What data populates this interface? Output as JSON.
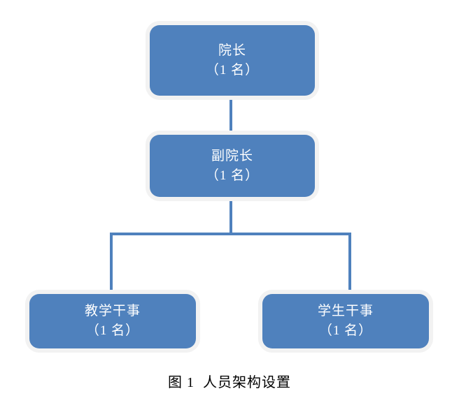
{
  "figure": {
    "caption": "图 1  人员架构设置",
    "background_color": "#FFFFFF",
    "node_fill_color": "#4F81BD",
    "node_text_color": "#FFFFFF",
    "connector_color": "#4F81BD",
    "node_halo_color": "#F2F2F2"
  },
  "org_chart": {
    "type": "hierarchy",
    "nodes": [
      {
        "id": "director",
        "title": "院长",
        "count": "（1 名）",
        "level": 0
      },
      {
        "id": "vice-director",
        "title": "副院长",
        "count": "（1 名）",
        "level": 1
      },
      {
        "id": "teaching-officer",
        "title": "教学干事",
        "count": "（1 名）",
        "level": 2
      },
      {
        "id": "student-officer",
        "title": "学生干事",
        "count": "（1 名）",
        "level": 2
      }
    ],
    "edges": [
      {
        "from": "director",
        "to": "vice-director"
      },
      {
        "from": "vice-director",
        "to": "teaching-officer"
      },
      {
        "from": "vice-director",
        "to": "student-officer"
      }
    ]
  }
}
